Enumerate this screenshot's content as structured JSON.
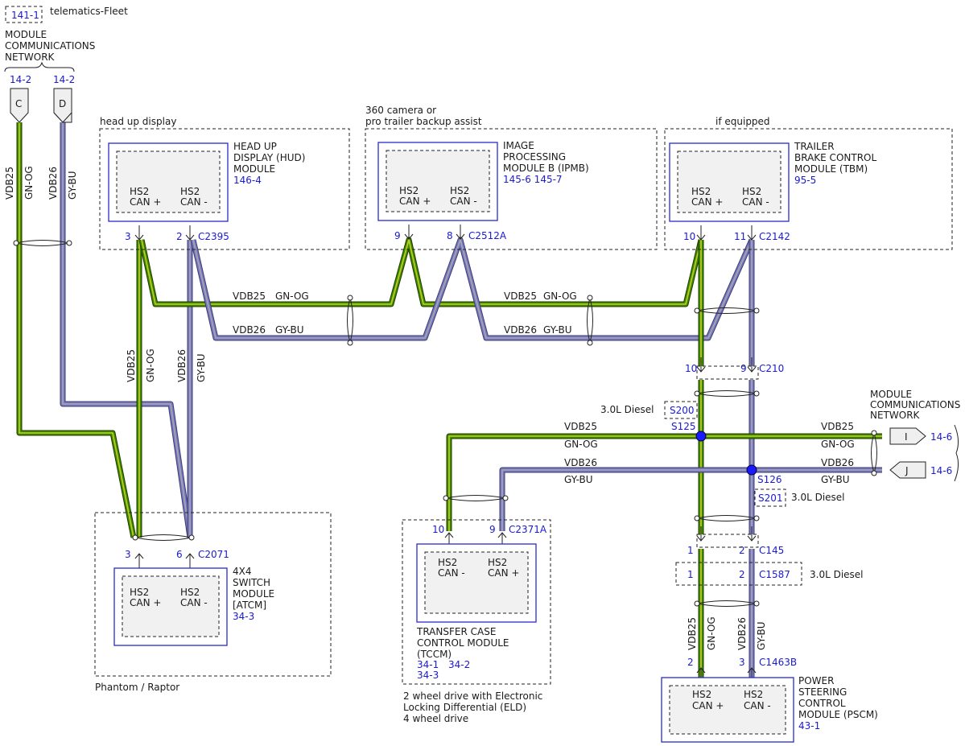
{
  "colors": {
    "gn_og_outer": "#1f3a00",
    "gn_og_fill": "#3e8e00",
    "gn_og_stripe": "#c9cc2a",
    "gy_bu_outer": "#3d3d6a",
    "gy_bu_fill": "#7777c6",
    "gy_bu_stripe": "#a8a8a8",
    "module_border": "#2b2bd0",
    "reference": "#1a1ad0",
    "splice_dot": "#1a1aff"
  },
  "header": {
    "ref": "141-1",
    "title": "telematics-Fleet",
    "network_title": [
      "MODULE",
      "COMMUNICATIONS",
      "NETWORK"
    ],
    "ref_c": "14-2",
    "ref_d": "14-2",
    "conn_c": "C",
    "conn_d": "D"
  },
  "wires": {
    "can_high_circuit": "VDB25",
    "can_high_color": "GN-OG",
    "can_low_circuit": "VDB26",
    "can_low_color": "GY-BU"
  },
  "pin_labels": {
    "hs2": "HS2",
    "can_plus": "CAN +",
    "can_minus": "CAN -"
  },
  "hud": {
    "group_label": "head up display",
    "name": [
      "HEAD UP",
      "DISPLAY (HUD)",
      "MODULE"
    ],
    "ref": "146-4",
    "pin_high": "3",
    "pin_low": "2",
    "connector": "C2395"
  },
  "ipmb": {
    "group_label": [
      "360 camera or",
      "pro trailer backup assist"
    ],
    "name": [
      "IMAGE",
      "PROCESSING",
      "MODULE B (IPMB)"
    ],
    "refs": "145-6  145-7",
    "pin_high": "9",
    "pin_low": "8",
    "connector": "C2512A"
  },
  "tbm": {
    "group_label": "if equipped",
    "name": [
      "TRAILER",
      "BRAKE CONTROL",
      "MODULE (TBM)"
    ],
    "ref": "95-5",
    "pin_high": "10",
    "pin_low": "11",
    "connector": "C2142"
  },
  "atcm": {
    "group_label": "Phantom / Raptor",
    "name": [
      "4X4",
      "SWITCH",
      "MODULE",
      "[ATCM]"
    ],
    "ref": "34-3",
    "pin_high": "3",
    "pin_low": "6",
    "connector": "C2071"
  },
  "tccm": {
    "group_label": [
      "2 wheel drive with Electronic",
      "Locking Differential (ELD)",
      "4 wheel drive"
    ],
    "name": [
      "TRANSFER CASE",
      "CONTROL MODULE",
      "(TCCM)"
    ],
    "ref_a": "34-1",
    "ref_b": "34-2",
    "ref_c": "34-3",
    "pin_low": "10",
    "pin_high": "9",
    "connector": "C2371A"
  },
  "pscm": {
    "name": [
      "POWER",
      "STEERING",
      "CONTROL",
      "MODULE (PSCM)"
    ],
    "ref": "43-1",
    "pin_high": "2",
    "pin_low": "3",
    "connector": "C1463B"
  },
  "inline": {
    "c210_high": "10",
    "c210_low": "9",
    "c210": "C210",
    "c145_high": "1",
    "c145_low": "2",
    "c145": "C145",
    "c1587_high": "1",
    "c1587_low": "2",
    "c1587": "C1587",
    "c1587_note": "3.0L Diesel"
  },
  "splices": {
    "s200": "S200",
    "s200_note": "3.0L Diesel",
    "s125": "S125",
    "s126": "S126",
    "s201": "S201",
    "s201_note": "3.0L Diesel"
  },
  "right_network": {
    "title": [
      "MODULE",
      "COMMUNICATIONS",
      "NETWORK"
    ],
    "conn_i": "I",
    "conn_j": "J",
    "ref_i": "14-6",
    "ref_j": "14-6"
  }
}
